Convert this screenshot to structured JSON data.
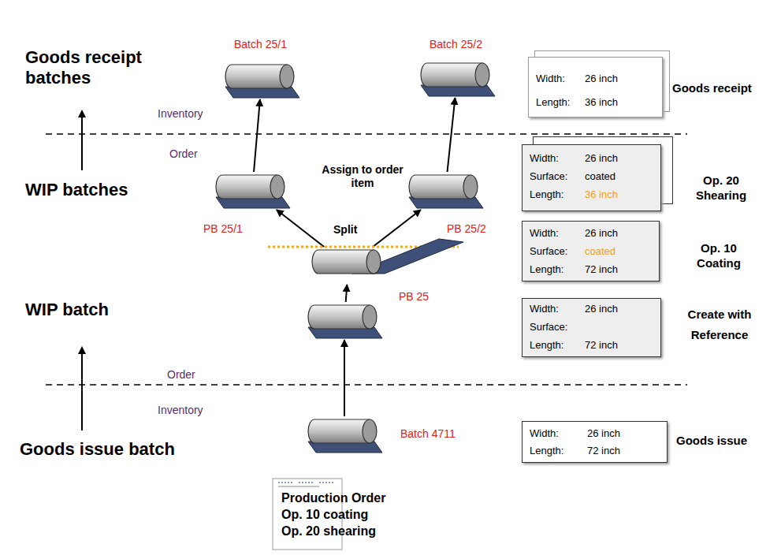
{
  "diagram": {
    "nodes": [
      {
        "text": [
          "Batch 25/1"
        ]
      },
      {
        "text": [
          "Batch 25/2"
        ]
      },
      {
        "text": [
          "Width:",
          "26 inch",
          "Length:",
          "36 inch",
          "Goods receipt"
        ]
      },
      {
        "text": [
          "PB 25/1"
        ]
      },
      {
        "text": [
          "PB 25/2"
        ]
      },
      {
        "text": [
          "Width:",
          "26 inch",
          "Surface:",
          "coated",
          "Length:",
          "36 inch",
          "Op. 20 Shearing"
        ]
      },
      {
        "text": [
          "Split"
        ]
      },
      {
        "text": [
          "Width:",
          "26 inch",
          "Surface:",
          "coated",
          "Length:",
          "72 inch",
          "Op. 10 Coating"
        ]
      },
      {
        "text": [
          "PB 25"
        ]
      },
      {
        "text": [
          "Width:",
          "26 inch",
          "Surface:",
          "Length:",
          "72 inch",
          "Create with Reference"
        ]
      },
      {
        "text": [
          "Batch 4711"
        ]
      },
      {
        "text": [
          "Width:",
          "26 inch",
          "Length:",
          "72 inch",
          "Goods issue"
        ]
      },
      {
        "text": [
          "Production Order",
          "Op. 10 coating",
          "Op. 20 shearing"
        ]
      }
    ],
    "edges": [
      {
        "from": 10,
        "to": 8,
        "arrow": "to"
      },
      {
        "from": 8,
        "to": 6,
        "arrow": "to"
      },
      {
        "from": 6,
        "to": 3,
        "arrow": "to"
      },
      {
        "from": 6,
        "to": 4,
        "arrow": "to"
      },
      {
        "from": 3,
        "to": 0,
        "arrow": "to"
      },
      {
        "from": 4,
        "to": 1,
        "arrow": "to"
      }
    ],
    "labels": [
      "Goods receipt batches",
      "WIP batches",
      "WIP batch",
      "Goods issue batch",
      "Inventory",
      "Order",
      "Order",
      "Inventory",
      "Assign to order item"
    ]
  }
}
